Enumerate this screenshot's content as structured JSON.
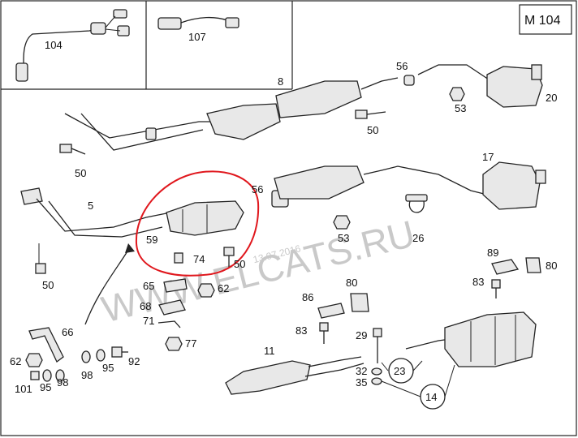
{
  "title": "M 104",
  "watermark": {
    "site": "WWW.ELCATS.RU",
    "date": "13.07.2016"
  },
  "colors": {
    "highlight": "#e0171d",
    "line": "#222222",
    "fill": "#e8e8e8"
  },
  "labels": {
    "p104": "104",
    "p107": "107",
    "p8": "8",
    "p56a": "56",
    "p53a": "53",
    "p20": "20",
    "p50a": "50",
    "p50b": "50",
    "p5": "5",
    "p56b": "56",
    "p17": "17",
    "p53b": "53",
    "p26": "26",
    "p59": "59",
    "p74": "74",
    "p50c": "50",
    "p50d": "50",
    "p65": "65",
    "p62a": "62",
    "p89": "89",
    "p80a": "80",
    "p83a": "83",
    "p68": "68",
    "p80b": "80",
    "p86": "86",
    "p71": "71",
    "p66": "66",
    "p77": "77",
    "p83b": "83",
    "p29": "29",
    "p11": "11",
    "p62b": "62",
    "p98a": "98",
    "p95a": "95",
    "p92": "92",
    "p98b": "98",
    "p101": "101",
    "p95b": "95",
    "p23": "23",
    "p32": "32",
    "p35": "35",
    "p14": "14"
  }
}
